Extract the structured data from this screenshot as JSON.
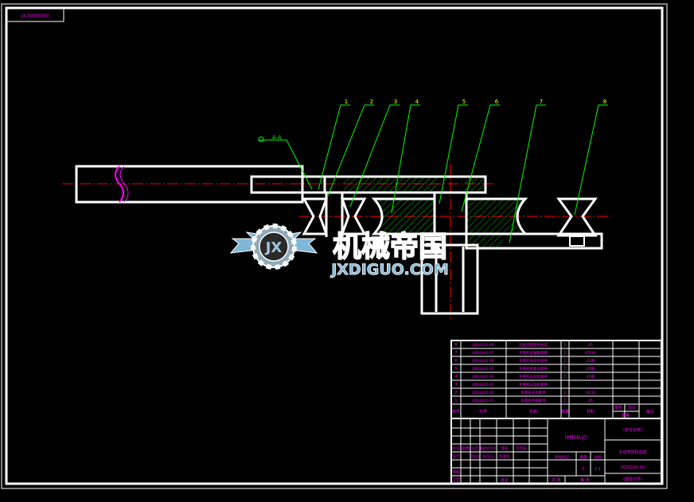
{
  "drawing": {
    "corner_label": "JX-0000000",
    "detail_label": "A-A",
    "colors": {
      "background": "#000000",
      "outline": "#ffffff",
      "leader": "#00ff00",
      "centerline": "#ff0000",
      "hatch": "#00c000",
      "text": "#ff00ff",
      "watermark": "#7fb7d6"
    }
  },
  "balloons": [
    "1",
    "2",
    "3",
    "4",
    "5",
    "6",
    "7",
    "8"
  ],
  "watermark": {
    "title": "机械帝国",
    "url": "JXDIGUO.COM",
    "logo_icon": "gear-wings-logo-icon",
    "logo_text": "JX"
  },
  "bom": {
    "rows": [
      {
        "no": "8",
        "code": "JXDIGUO-08",
        "name": "压板装配部件总成",
        "qty": "1",
        "material": "45"
      },
      {
        "no": "7",
        "code": "JXDIGUO-07",
        "name": "弯管机主轴轴承座",
        "qty": "1",
        "material": "HT200"
      },
      {
        "no": "6",
        "code": "JXDIGUO-06",
        "name": "弯管机导向轮组件",
        "qty": "1",
        "material": "45钢"
      },
      {
        "no": "5",
        "code": "JXDIGUO-05",
        "name": "弯管机夹紧块部件",
        "qty": "1",
        "material": "45钢"
      },
      {
        "no": "4",
        "code": "JXDIGUO-04",
        "name": "弯管机主动轮部件",
        "qty": "1",
        "material": "45钢"
      },
      {
        "no": "3",
        "code": "JXDIGUO-03",
        "name": "弯管机从动轮部件",
        "qty": "",
        "material": ""
      },
      {
        "no": "2",
        "code": "JXDIGUO-02",
        "name": "弯管机支架部件",
        "qty": "1",
        "material": "Q235"
      },
      {
        "no": "1",
        "code": "JXDIGUO-01",
        "name": "弯管机手柄部件",
        "qty": "1",
        "material": "45"
      }
    ],
    "header": {
      "no": "序号",
      "code": "代号",
      "name": "名称",
      "qty": "数量",
      "material": "材料",
      "unit_weight": "单件",
      "total_weight": "总计",
      "weight": "重量",
      "remark": "备注"
    }
  },
  "title_block": {
    "company": "(单位名称)",
    "material_mark": "(材料标记)",
    "drawing_name": "手动弯管机总成",
    "drawing_number": "JXDIGUO-00",
    "form_label": "(图样代号)",
    "labels": {
      "mark": "标记",
      "count": "处数",
      "zone": "分区",
      "change_no": "更改文件号",
      "signature": "签名",
      "date": "年月日",
      "design": "设计",
      "check": "审核",
      "process": "工艺",
      "approve": "批准",
      "standard": "标准化",
      "stage": "阶段标记",
      "weight": "重量",
      "scale": "比例",
      "sheets_total": "共 张",
      "sheet": "第 张",
      "sign1": "(签名)",
      "date1": "(年月日)"
    },
    "scale_value": "1:1",
    "weight_value": "0"
  }
}
